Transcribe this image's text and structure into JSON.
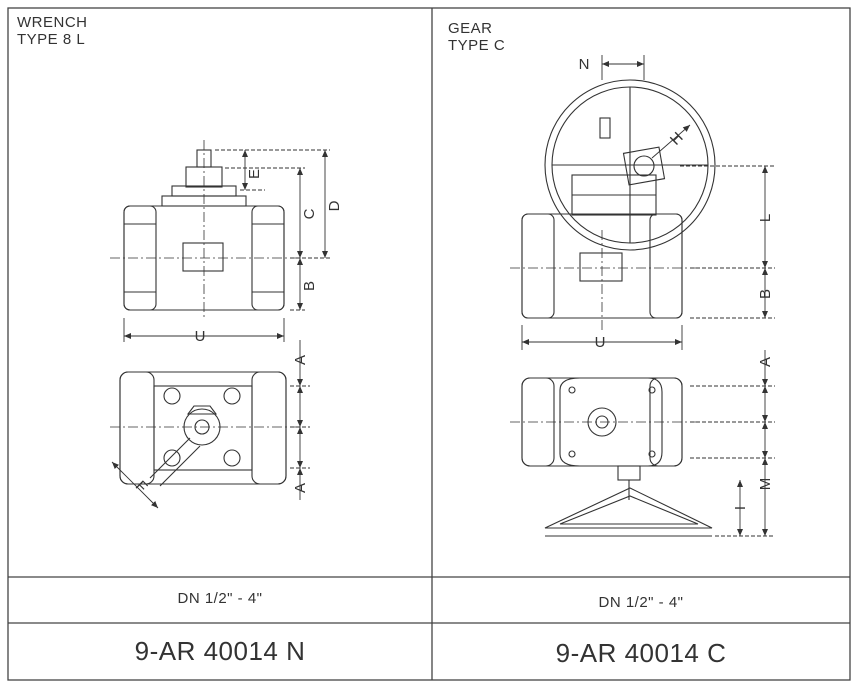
{
  "left_panel": {
    "title_line1": "WRENCH",
    "title_line2": "TYPE 8 L",
    "size_range": "DN 1/2\" - 4\"",
    "code": "9-AR 40014 N",
    "dim_labels": {
      "u": "U",
      "b": "B",
      "c": "C",
      "d": "D",
      "e": "E",
      "a_top": "A",
      "a_bottom": "A",
      "f": "F"
    }
  },
  "right_panel": {
    "title_line1": "GEAR",
    "title_line2": "TYPE C",
    "size_range": "DN 1/2\" - 4\"",
    "code": "9-AR 40014 C",
    "dim_labels": {
      "n": "N",
      "h": "H",
      "l": "L",
      "b": "B",
      "u": "U",
      "a": "A",
      "m": "M",
      "i": "I"
    }
  }
}
